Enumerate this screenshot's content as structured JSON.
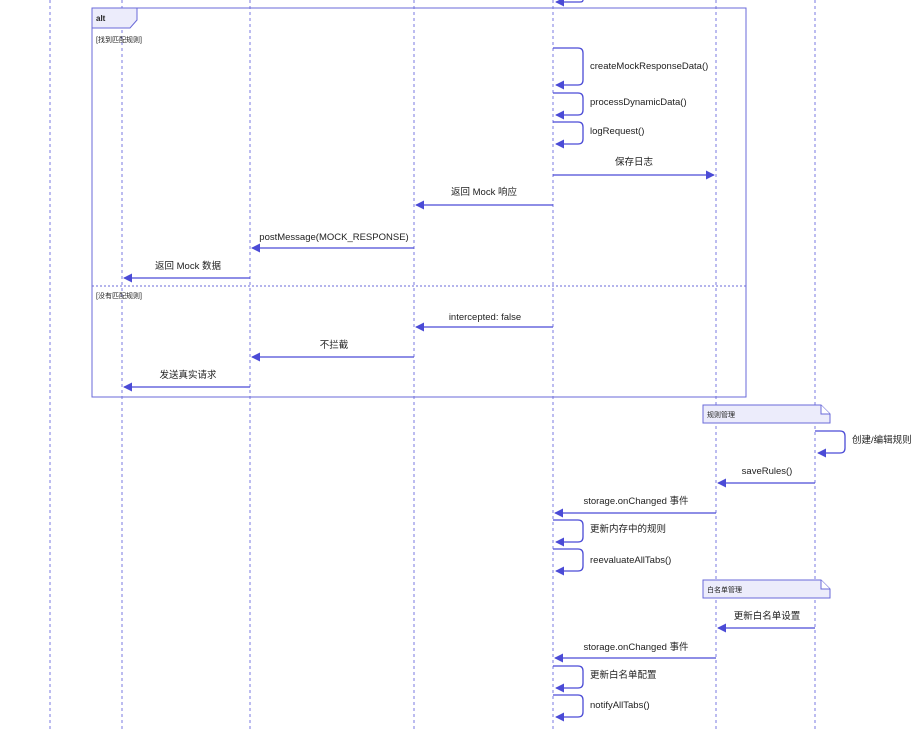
{
  "alt_frame": {
    "keyword": "alt",
    "guard_matched": "[找到匹配规则]",
    "guard_unmatched": "[没有匹配规则]"
  },
  "messages": {
    "m1": "createMockResponseData()",
    "m2": "processDynamicData()",
    "m3": "logRequest()",
    "m4": "保存日志",
    "m5": "返回 Mock 响应",
    "m6": "postMessage(MOCK_RESPONSE)",
    "m7": "返回 Mock 数据",
    "m8": "intercepted: false",
    "m9": "不拦截",
    "m10": "发送真实请求",
    "m11": "创建/编辑规则",
    "m12": "saveRules()",
    "m13": "storage.onChanged 事件",
    "m14": "更新内存中的规则",
    "m15": "reevaluateAllTabs()",
    "m16": "更新白名单设置",
    "m17": "storage.onChanged 事件",
    "m18": "更新白名单配置",
    "m19": "notifyAllTabs()"
  },
  "notes": {
    "n1": "规则管理",
    "n2": "白名单管理"
  }
}
